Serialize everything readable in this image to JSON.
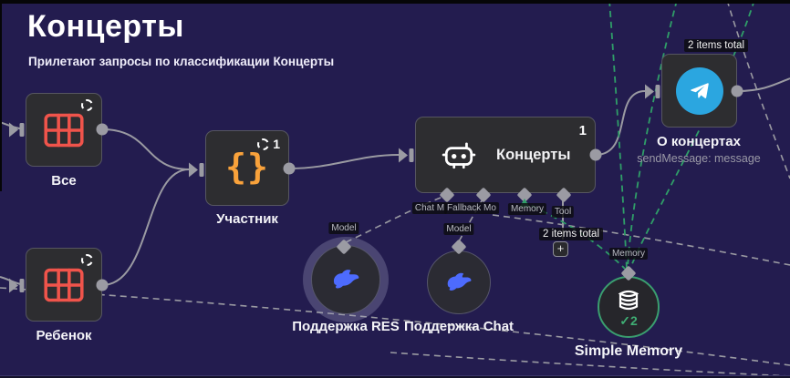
{
  "header": {
    "title": "Концерты",
    "subtitle": "Прилетают запросы по классификации Концерты"
  },
  "nodes": {
    "vse": {
      "label": "Все",
      "icon": "table-grid-icon",
      "status_icon": "pending-spinner-icon"
    },
    "rebenok": {
      "label": "Ребенок",
      "icon": "table-grid-icon",
      "status_icon": "pending-spinner-icon"
    },
    "uchastnik": {
      "label": "Участник",
      "icon": "code-braces-icon",
      "braces_glyph": "{}",
      "status_icon": "pending-spinner-icon",
      "badge": "1"
    },
    "agent": {
      "label": "Концерты",
      "badge": "1",
      "icon": "robot-icon",
      "ports": [
        {
          "label": "Chat M"
        },
        {
          "label": "Fallback Mo"
        },
        {
          "label": "Memory"
        },
        {
          "label": "Tool"
        }
      ]
    },
    "telegram": {
      "label": "О концертах",
      "sublabel": "sendMessage: message",
      "items_chip": "2 items total",
      "icon": "telegram-icon"
    },
    "res": {
      "label": "Поддержка RES",
      "port_label": "Model",
      "icon": "deepseek-whale-icon"
    },
    "chat": {
      "label": "Поддержка Chat",
      "port_label": "Model",
      "icon": "deepseek-whale-icon"
    },
    "memory": {
      "label": "Simple Memory",
      "port_label": "Memory",
      "icon": "database-icon",
      "check_glyph": "✓",
      "run_count": "2"
    }
  },
  "tool_stub": {
    "items_chip": "2 items total",
    "plus_label": "+"
  },
  "colors": {
    "canvas_bg": "#231c4f",
    "node_bg": "#2d2d30",
    "connector_gray": "#9a9aa2",
    "dashed_green": "#2f9e68",
    "table_icon_red": "#f0544b",
    "braces_orange": "#f9a23b",
    "telegram_blue": "#2ba6e0",
    "deepseek_blue": "#4d6bfe",
    "memory_green": "#3a9e6f"
  }
}
